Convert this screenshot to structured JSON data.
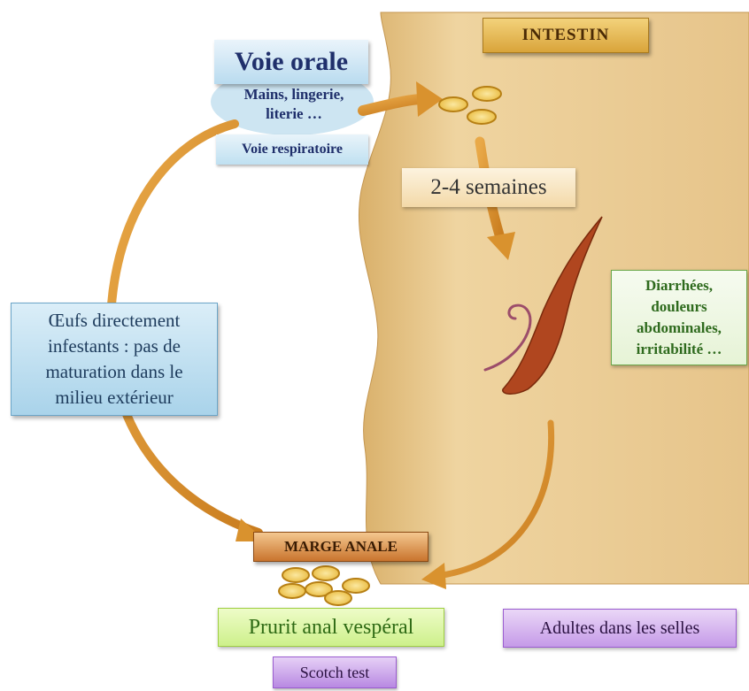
{
  "labels": {
    "intestin": "INTESTIN",
    "voie_orale": "Voie orale",
    "mains_line1": "Mains, lingerie,",
    "mains_line2": "literie …",
    "voie_respiratoire": "Voie respiratoire",
    "duration": "2-4 semaines",
    "symptoms": [
      "Diarrhées,",
      "douleurs",
      "abdominales,",
      "irritabilité …"
    ],
    "oeufs": [
      "Œufs directement",
      "infestants : pas de",
      "maturation dans le",
      "milieu extérieur"
    ],
    "marge_anale": "MARGE ANALE",
    "prurit": "Prurit anal vespéral",
    "adultes": "Adultes dans les selles",
    "scotch_test": "Scotch test"
  },
  "colors": {
    "intestine": "#e8c98e",
    "arrow": "#d9922e",
    "egg": "#f4d36a",
    "worm": "#a8401c"
  }
}
